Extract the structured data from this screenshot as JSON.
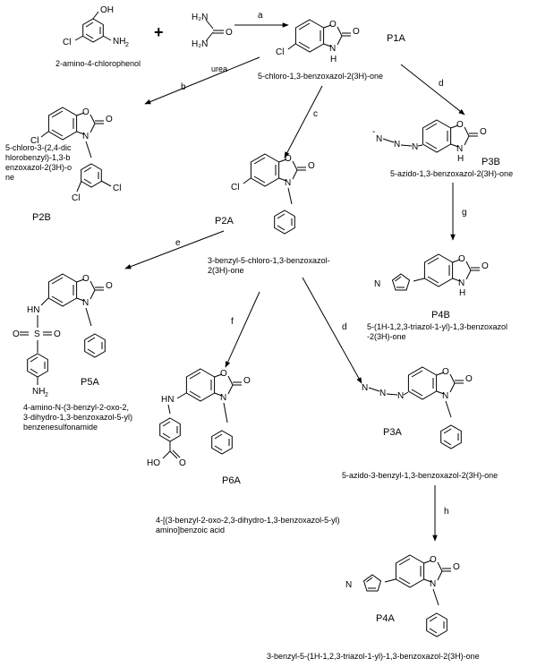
{
  "plus": "+",
  "atoms": {
    "O": "O",
    "N": "N",
    "H": "H",
    "Cl": "Cl",
    "S": "S",
    "OH": "OH",
    "NH2": "NH",
    "NH": "NH",
    "HO": "HO",
    "HN": "HN",
    "two": "2",
    "minus": "-",
    "plusq": "+",
    "H2N": "H₂N"
  },
  "compounds": {
    "aminophenol": {
      "name": "2-amino-4-chlorophenol"
    },
    "urea": {
      "name": "urea"
    },
    "P1A": {
      "code": "P1A",
      "name": "5-chloro-1,3-benzoxazol-2(3H)-one"
    },
    "P2B": {
      "code": "P2B",
      "name_lines": [
        "5-chloro-3-(2,4-dic",
        "hlorobenzyl)-1,3-b",
        "enzoxazol-2(3H)-o",
        "ne"
      ]
    },
    "P2A": {
      "code": "P2A",
      "name_lines": [
        "3-benzyl-5-chloro-1,3-benzoxazol-",
        "2(3H)-one"
      ]
    },
    "P3B": {
      "code": "P3B",
      "name": "5-azido-1,3-benzoxazol-2(3H)-one"
    },
    "P4B": {
      "code": "P4B",
      "name_lines": [
        "5-(1H-1,2,3-triazol-1-yl)-1,3-benzoxazol",
        "-2(3H)-one"
      ]
    },
    "P5A": {
      "code": "P5A",
      "name_lines": [
        "4-amino-N-(3-benzyl-2-oxo-2,",
        "3-dihydro-1,3-benzoxazol-5-yl)",
        "benzenesulfonamide"
      ]
    },
    "P6A": {
      "code": "P6A",
      "name_lines": [
        "4-[(3-benzyl-2-oxo-2,3-dihydro-1,3-benzoxazol-5-yl)",
        "amino]benzoic acid"
      ]
    },
    "P3A": {
      "code": "P3A",
      "name": "5-azido-3-benzyl-1,3-benzoxazol-2(3H)-one"
    },
    "P4A": {
      "code": "P4A",
      "name": "3-benzyl-5-(1H-1,2,3-triazol-1-yl)-1,3-benzoxazol-2(3H)-one"
    }
  },
  "reactions": {
    "a": "a",
    "b": "b",
    "c": "c",
    "d1": "d",
    "d2": "d",
    "e": "e",
    "f": "f",
    "g": "g",
    "h": "h"
  }
}
